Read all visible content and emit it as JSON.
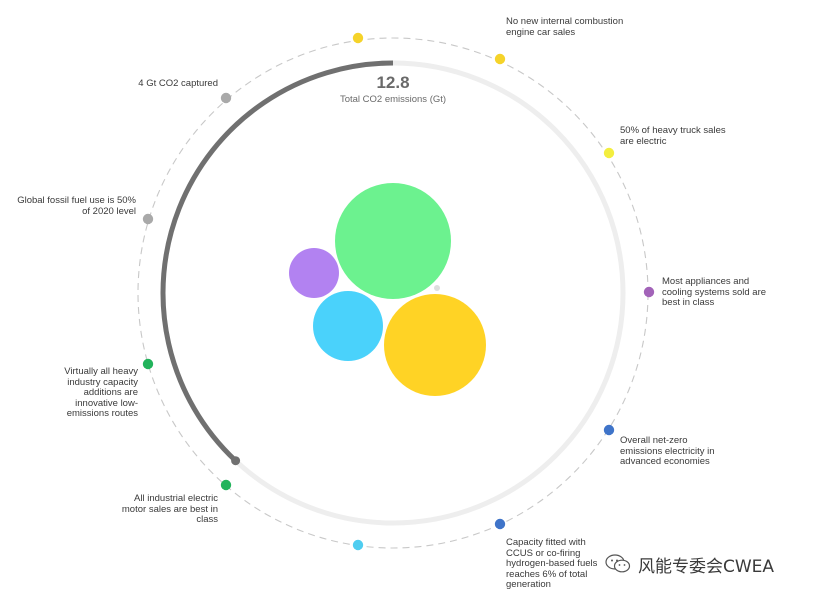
{
  "center": {
    "value": "12.8",
    "caption": "Total CO2 emissions (Gt)"
  },
  "progress_fraction": 0.38,
  "milestones": [
    {
      "text": "No new internal combustion engine car sales",
      "color": "#f5d32a"
    },
    {
      "text": "50% of heavy truck sales are electric",
      "color": "#f3ee3f"
    },
    {
      "text": "Most appliances and cooling systems sold are best in class",
      "color": "#a263b8"
    },
    {
      "text": "Overall net-zero emissions electricity in advanced economies",
      "color": "#3f74c9"
    },
    {
      "text": "Capacity fitted with CCUS or co-firing hydrogen-based fuels reaches 6% of total generation",
      "color": "#3f74c9"
    },
    {
      "text": "All industrial electric motor sales are best in class",
      "color": "#22b35b"
    },
    {
      "text": "Virtually all heavy industry capacity additions are innovative low-emissions routes",
      "color": "#22b35b"
    },
    {
      "text": "Global fossil fuel use is 50% of 2020 level",
      "color": "#a9a9a9"
    },
    {
      "text": "4 Gt CO2 captured",
      "color": "#a9a9a9"
    }
  ],
  "unlabeled_dots": [
    {
      "color": "#f5d32a"
    },
    {
      "color": "#4fcdf0"
    }
  ],
  "bubbles": [
    {
      "color": "#6cf28f"
    },
    {
      "color": "#ffd325"
    },
    {
      "color": "#4ad2fb"
    },
    {
      "color": "#b282f1"
    },
    {
      "color": "#dedede"
    }
  ],
  "colors": {
    "track": "#eeeeee",
    "progress": "#707070",
    "dashed_ring": "#c8c8c8"
  },
  "watermark": {
    "text": "风能专委会CWEA",
    "icon": "wechat-icon"
  }
}
